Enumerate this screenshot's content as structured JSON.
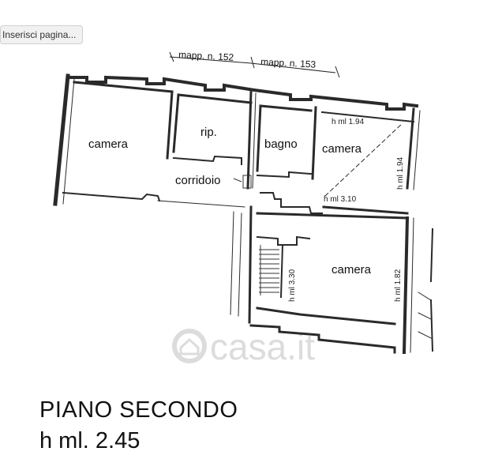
{
  "tooltip": "Inserisci pagina...",
  "plan": {
    "parcels": [
      "mapp. n. 152",
      "mapp. n. 153"
    ],
    "rooms": [
      "camera",
      "rip.",
      "bagno",
      "camera",
      "corridoio",
      "camera"
    ],
    "heights": [
      "h ml 1.94",
      "h ml 1.94",
      "h ml 3.10",
      "h ml 3.30",
      "h ml 1.82"
    ],
    "watermark": "casa.it"
  },
  "floor": {
    "title": "PIANO SECONDO",
    "height": "h ml. 2.45"
  }
}
